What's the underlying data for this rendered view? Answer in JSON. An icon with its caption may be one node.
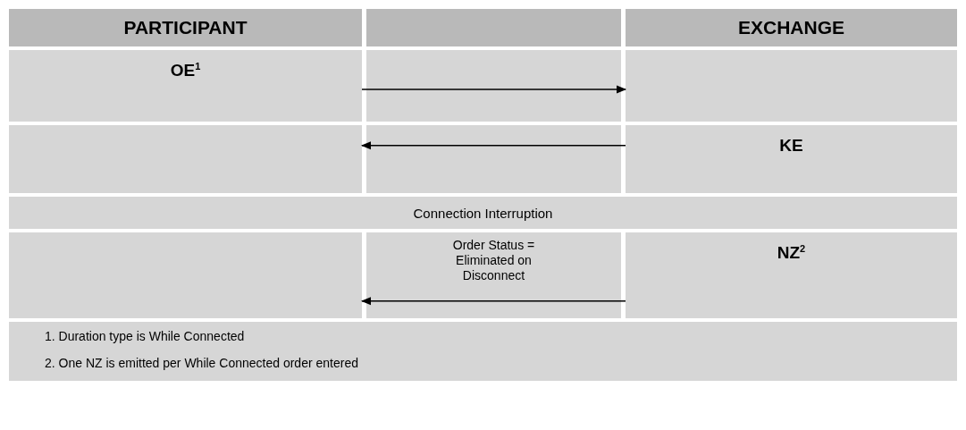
{
  "diagram": {
    "nodes": [
      {
        "text": [
          "OE$^{1}$"
        ]
      },
      {
        "text": [],
        "shape": "box"
      },
      {
        "text": [],
        "shape": "box"
      },
      {
        "text": [
          "KE"
        ]
      },
      {
        "text": [],
        "shape": "box"
      },
      {
        "text": [
          "NZ$^{2}$"
        ]
      }
    ],
    "edges": [
      {
        "from": 0,
        "to": 1,
        "arrow": "to"
      },
      {
        "from": 3,
        "to": 2,
        "arrow": "to"
      },
      {
        "from": 5,
        "to": 4,
        "arrow": "to",
        "label": "Order Status = Eliminated on Disconnect"
      }
    ],
    "labels": [
      "PARTICIPANT",
      "EXCHANGE",
      "Connection Interruption",
      "1. Duration type is While Connected",
      "2. One NZ is emitted per While Connected order entered"
    ]
  }
}
